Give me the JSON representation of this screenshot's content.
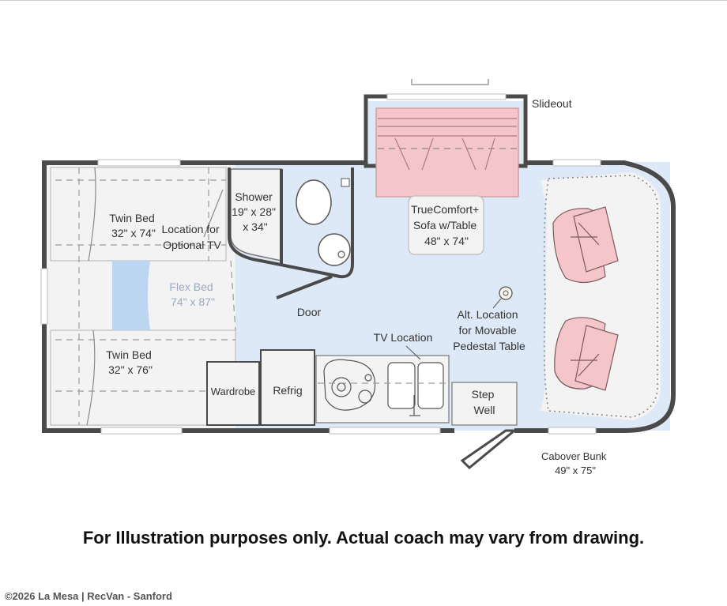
{
  "floorplan": {
    "labels": {
      "slideout": "Slideout",
      "shower": [
        "Shower",
        "19\" x 28\"",
        "x 34\""
      ],
      "twin_bed_top": [
        "Twin Bed",
        "32\" x 74\""
      ],
      "optional_tv": [
        "Location for",
        "Optional TV"
      ],
      "flex_bed": [
        "Flex Bed",
        "74\" x 87\""
      ],
      "door": "Door",
      "twin_bed_bottom": [
        "Twin Bed",
        "32\" x 76\""
      ],
      "wardrobe": "Wardrobe",
      "refrig": "Refrig",
      "tv_location": "TV Location",
      "sofa": [
        "TrueComfort+",
        "Sofa w/Table",
        "48\" x 74\""
      ],
      "alt_table": [
        "Alt. Location",
        "for Movable",
        "Pedestal Table"
      ],
      "step_well": [
        "Step",
        "Well"
      ],
      "cabover": [
        "Cabover Bunk",
        "49\" x 75\""
      ]
    },
    "colors": {
      "floor": "#dde9f7",
      "wall": "#4a4a4a",
      "furniture": "#f3f3f4",
      "seating": "#f4c6c9",
      "flex_highlight": "#bcd6f2"
    }
  },
  "caption": "For Illustration purposes only.  Actual coach may vary from drawing.",
  "copyright": "©2026 La Mesa | RecVan - Sanford"
}
